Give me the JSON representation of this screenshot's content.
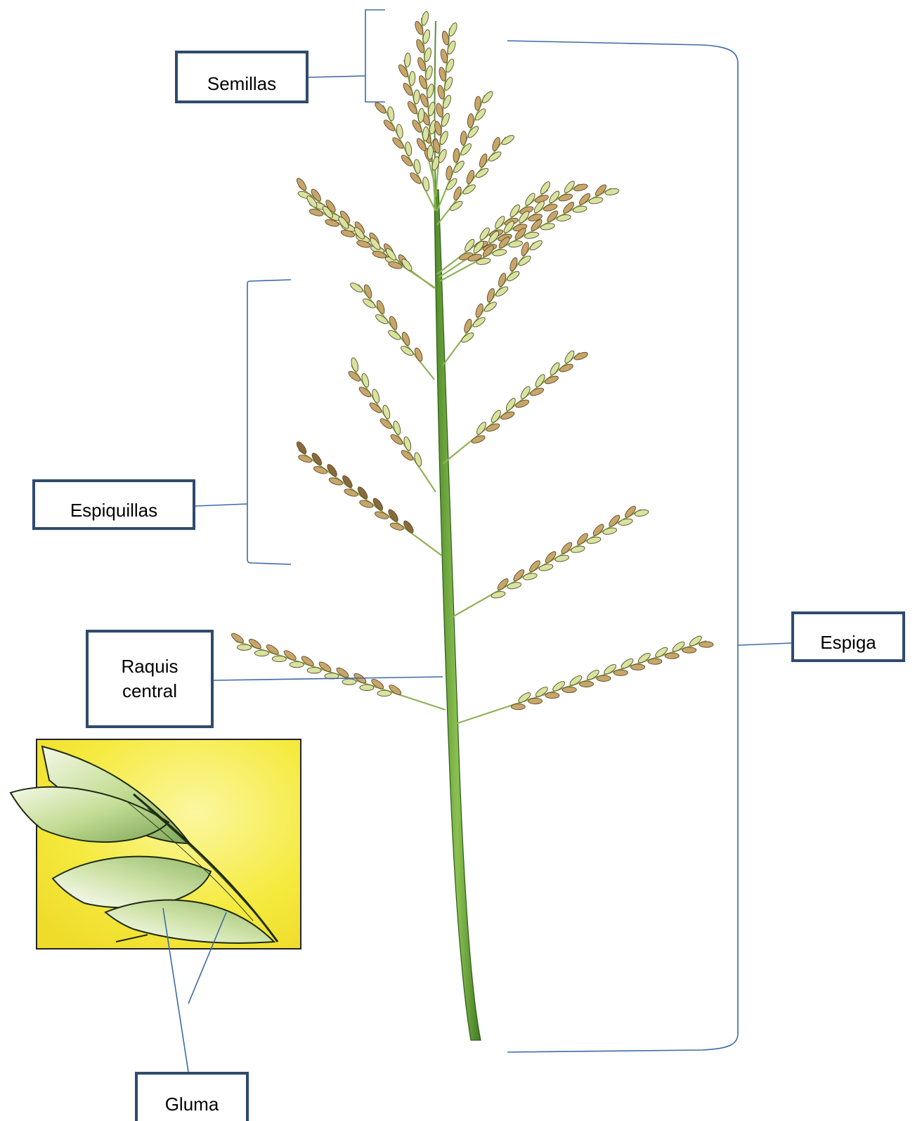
{
  "labels": {
    "semillas": "Semillas",
    "espiquillas": "Espiquillas",
    "raquis_line1": "Raquis",
    "raquis_line2": "central",
    "espiga": "Espiga",
    "gluma": "Gluma"
  },
  "colors": {
    "leader_line": "#3d6aa6",
    "box_border": "#2f4a6e",
    "stem": "#6aa33a",
    "seed_light": "#d9e3a0",
    "seed_tan": "#c9a56a",
    "seed_dark": "#8a6a3c",
    "inset_bg": "#f6ef4a",
    "inset_glume": "#b9d88a"
  }
}
